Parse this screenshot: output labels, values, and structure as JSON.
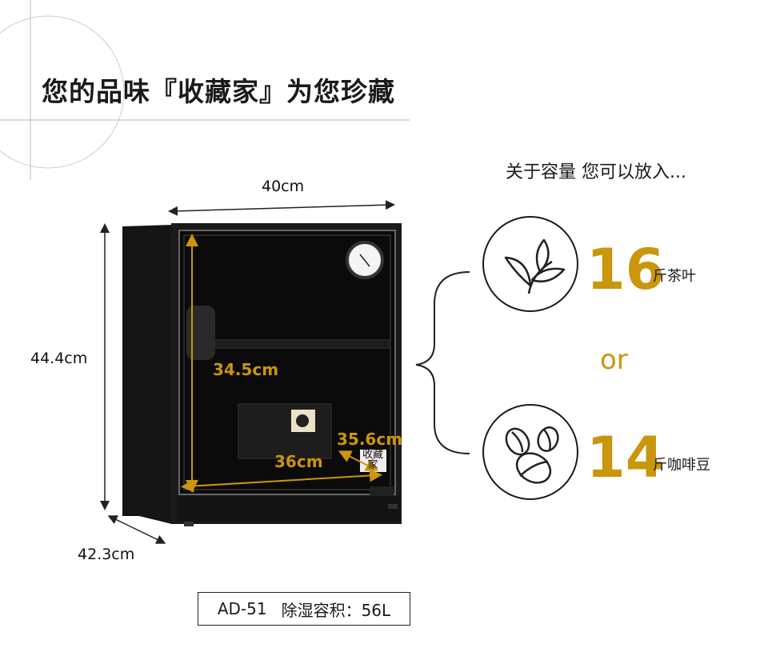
{
  "title": "您的品味『收藏家』为您珍藏",
  "capacity_heading": "关于容量 您可以放入...",
  "dimensions": {
    "width": "40cm",
    "height": "44.4cm",
    "depth": "42.3cm",
    "inner_height": "34.5cm",
    "inner_width": "36cm",
    "inner_depth": "35.6cm"
  },
  "options": [
    {
      "icon": "tea-leaf-icon",
      "count": "16",
      "unit": "斤茶叶"
    },
    {
      "icon": "coffee-bean-icon",
      "count": "14",
      "unit": "斤咖啡豆"
    }
  ],
  "or_label": "or",
  "model": {
    "name": "AD-51",
    "capacity": "除湿容积：56L"
  },
  "label_text": "收藏家",
  "colors": {
    "accent": "#c9960c"
  }
}
